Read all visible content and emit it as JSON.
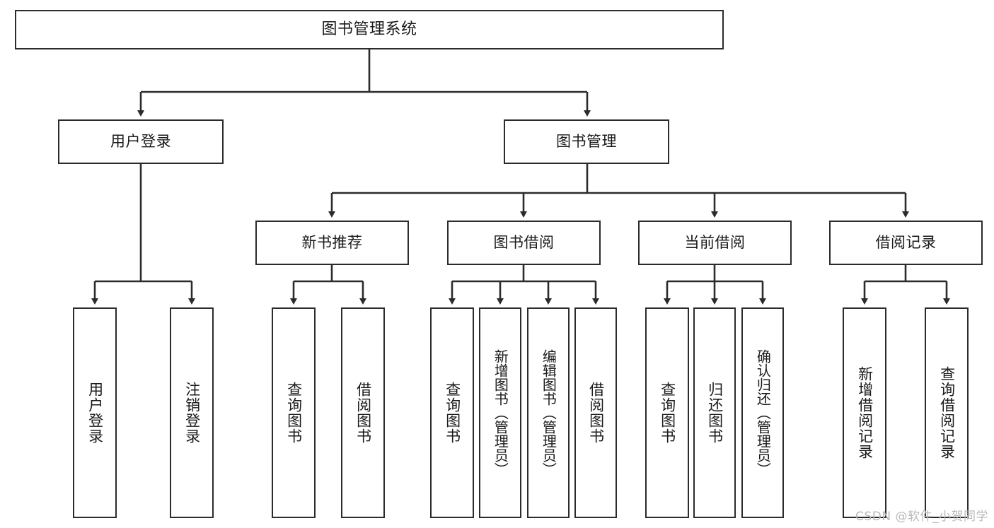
{
  "diagram": {
    "type": "tree-hierarchy",
    "title": "图书管理系统",
    "watermark": "CSDN @软件_小贺同学",
    "colors": {
      "stroke": "#2b2b2b",
      "fill": "#ffffff",
      "text": "#1a1a1a",
      "watermark": "#b9b9b9"
    },
    "levels": {
      "root": {
        "label": "图书管理系统"
      },
      "level2": [
        {
          "label": "用户登录"
        },
        {
          "label": "图书管理"
        }
      ],
      "level3": [
        {
          "label": "新书推荐"
        },
        {
          "label": "图书借阅"
        },
        {
          "label": "当前借阅"
        },
        {
          "label": "借阅记录"
        }
      ],
      "leaves": [
        {
          "label": "用户登录"
        },
        {
          "label": "注销登录"
        },
        {
          "label": "查询图书"
        },
        {
          "label": "借阅图书"
        },
        {
          "label": "查询图书"
        },
        {
          "label": "新增图书（管理员）"
        },
        {
          "label": "编辑图书（管理员）"
        },
        {
          "label": "借阅图书"
        },
        {
          "label": "查询图书"
        },
        {
          "label": "归还图书"
        },
        {
          "label": "确认归还（管理员）"
        },
        {
          "label": "新增借阅记录"
        },
        {
          "label": "查询借阅记录"
        }
      ]
    },
    "edges": [
      {
        "from": "图书管理系统",
        "to": "用户登录"
      },
      {
        "from": "图书管理系统",
        "to": "图书管理"
      },
      {
        "from": "用户登录",
        "to": "用户登录"
      },
      {
        "from": "用户登录",
        "to": "注销登录"
      },
      {
        "from": "图书管理",
        "to": "新书推荐"
      },
      {
        "from": "图书管理",
        "to": "图书借阅"
      },
      {
        "from": "图书管理",
        "to": "当前借阅"
      },
      {
        "from": "图书管理",
        "to": "借阅记录"
      },
      {
        "from": "新书推荐",
        "to": "查询图书"
      },
      {
        "from": "新书推荐",
        "to": "借阅图书"
      },
      {
        "from": "图书借阅",
        "to": "查询图书"
      },
      {
        "from": "图书借阅",
        "to": "新增图书（管理员）"
      },
      {
        "from": "图书借阅",
        "to": "编辑图书（管理员）"
      },
      {
        "from": "图书借阅",
        "to": "借阅图书"
      },
      {
        "from": "当前借阅",
        "to": "查询图书"
      },
      {
        "from": "当前借阅",
        "to": "归还图书"
      },
      {
        "from": "当前借阅",
        "to": "确认归还（管理员）"
      },
      {
        "from": "借阅记录",
        "to": "新增借阅记录"
      },
      {
        "from": "借阅记录",
        "to": "查询借阅记录"
      }
    ]
  }
}
